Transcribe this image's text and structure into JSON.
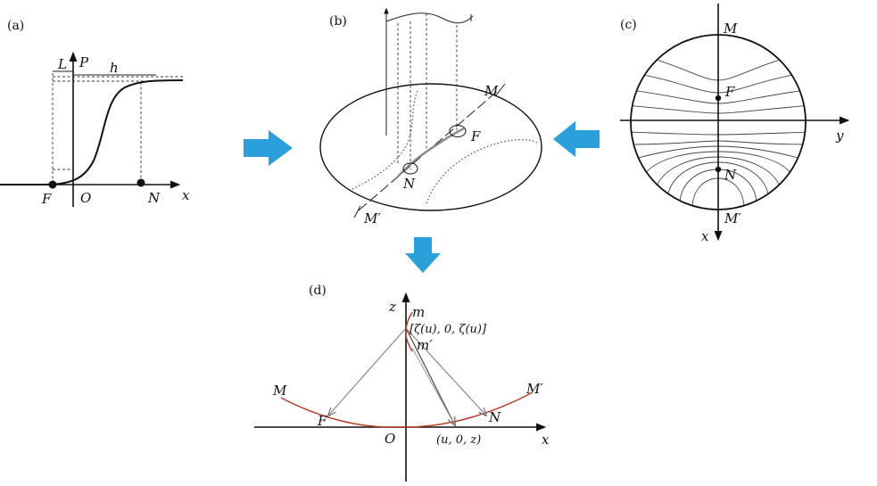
{
  "panels": {
    "a": {
      "label": "(a)",
      "labels": {
        "L": "L",
        "P": "P",
        "h": "h",
        "F": "F",
        "O": "O",
        "N": "N",
        "x": "x"
      }
    },
    "b": {
      "label": "(b)",
      "labels": {
        "M": "M",
        "F": "F",
        "N": "N",
        "M_prime": "M′"
      }
    },
    "c": {
      "label": "(c)",
      "labels": {
        "M": "M",
        "F": "F",
        "y": "y",
        "N": "N",
        "M_prime": "M′",
        "x": "x"
      }
    },
    "d": {
      "label": "(d)",
      "labels": {
        "z": "z",
        "m": "m",
        "coord_top": "[ζ(u), 0, ζ(u)]",
        "m_prime": "m′",
        "M": "M",
        "M_prime": "M′",
        "F": "F",
        "O": "O",
        "N": "N",
        "coord_bottom": "(u, 0, z)",
        "x": "x"
      }
    }
  },
  "colors": {
    "arrow": "#2b9fd9",
    "curve_d": "#b83a2a",
    "ink": "#111111"
  }
}
